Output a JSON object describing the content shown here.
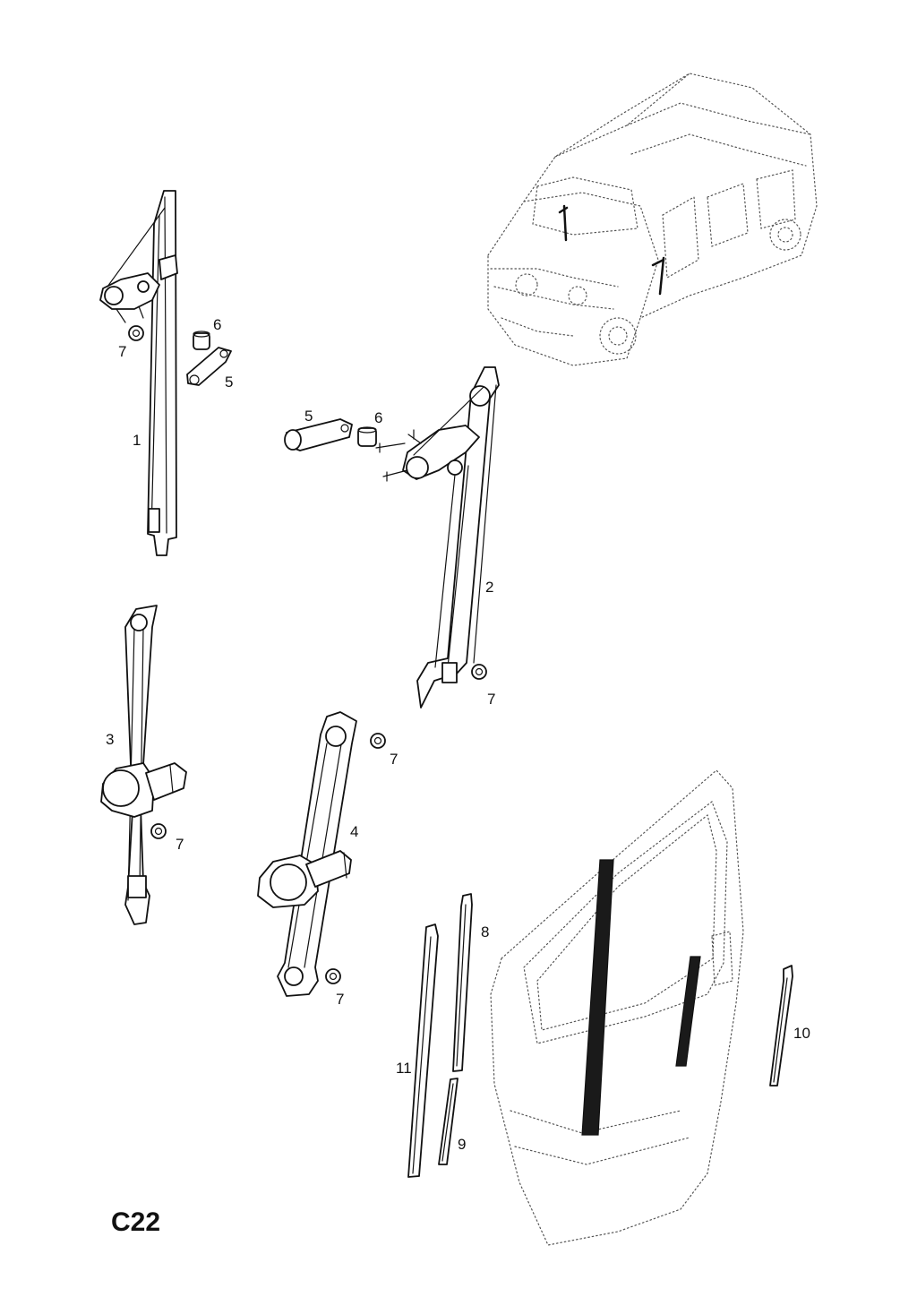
{
  "sheet": {
    "code": "C22"
  },
  "vehicle": {
    "view_markers": [
      "1",
      "1"
    ]
  },
  "callouts": {
    "part_1": "1",
    "part_2": "2",
    "part_3": "3",
    "part_4": "4",
    "part_5_a": "5",
    "part_5_b": "5",
    "part_6_a": "6",
    "part_6_b": "6",
    "part_7_a": "7",
    "part_7_b": "7",
    "part_7_c": "7",
    "part_7_d": "7",
    "part_7_e": "7",
    "part_8": "8",
    "part_9": "9",
    "part_10": "10",
    "part_11": "11"
  },
  "colors": {
    "ink": "#111111",
    "dotted_outline": "#555555",
    "seal_fill": "#1a1a1a"
  }
}
